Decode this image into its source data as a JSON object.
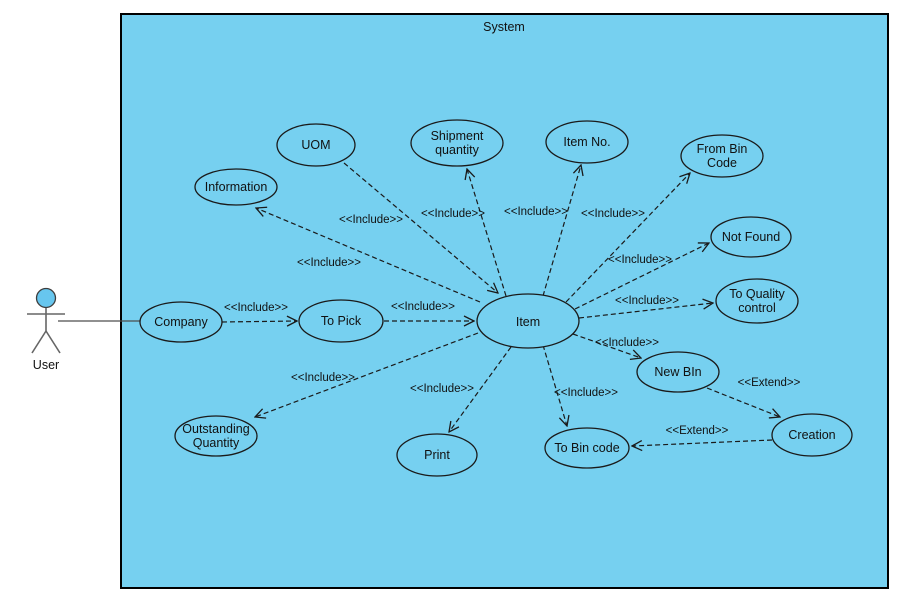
{
  "system": {
    "title": "System"
  },
  "actor": {
    "name": "User"
  },
  "colors": {
    "canvas": "#ffffff",
    "system_fill": "#76d0f0",
    "shape_fill": "#76d0f0",
    "shape_stroke": "#1a1a1a",
    "boundary_stroke": "#000000",
    "actor_head_fill": "#67c6ee",
    "actor_limbs": "#666666",
    "text": "#111111"
  },
  "use_cases": [
    {
      "id": "company",
      "lines": [
        "Company"
      ]
    },
    {
      "id": "to-pick",
      "lines": [
        "To Pick"
      ]
    },
    {
      "id": "item",
      "lines": [
        "Item"
      ]
    },
    {
      "id": "information",
      "lines": [
        "Information"
      ]
    },
    {
      "id": "uom",
      "lines": [
        "UOM"
      ]
    },
    {
      "id": "shipment-quantity",
      "lines": [
        "Shipment",
        "quantity"
      ]
    },
    {
      "id": "item-no",
      "lines": [
        "Item No."
      ]
    },
    {
      "id": "from-bin-code",
      "lines": [
        "From Bin",
        "Code"
      ]
    },
    {
      "id": "not-found",
      "lines": [
        "Not Found"
      ]
    },
    {
      "id": "to-quality-control",
      "lines": [
        "To Quality",
        "control"
      ]
    },
    {
      "id": "new-bin",
      "lines": [
        "New BIn"
      ]
    },
    {
      "id": "creation",
      "lines": [
        "Creation"
      ]
    },
    {
      "id": "to-bin-code",
      "lines": [
        "To Bin code"
      ]
    },
    {
      "id": "print",
      "lines": [
        "Print"
      ]
    },
    {
      "id": "outstanding-quantity",
      "lines": [
        "Outstanding",
        "Quantity"
      ]
    }
  ],
  "relationships": [
    {
      "from": "User",
      "to": "Company",
      "type": "association",
      "label": ""
    },
    {
      "from": "Company",
      "to": "To Pick",
      "type": "include",
      "label": "<<Include>>"
    },
    {
      "from": "To Pick",
      "to": "Item",
      "type": "include",
      "label": "<<Include>>"
    },
    {
      "from": "UOM",
      "to": "Item",
      "type": "include",
      "label": "<<Include>>"
    },
    {
      "from": "Item",
      "to": "Information",
      "type": "include",
      "label": "<<Include>>"
    },
    {
      "from": "Item",
      "to": "Shipment quantity",
      "type": "include",
      "label": "<<Include>>"
    },
    {
      "from": "Item",
      "to": "Item No.",
      "type": "include",
      "label": "<<Include>>"
    },
    {
      "from": "Item",
      "to": "From Bin Code",
      "type": "include",
      "label": "<<Include>>"
    },
    {
      "from": "Item",
      "to": "Not Found",
      "type": "include",
      "label": "<<Include>>"
    },
    {
      "from": "Item",
      "to": "To Quality control",
      "type": "include",
      "label": "<<Include>>"
    },
    {
      "from": "Item",
      "to": "New BIn",
      "type": "include",
      "label": "<<Include>>"
    },
    {
      "from": "Item",
      "to": "To Bin code",
      "type": "include",
      "label": "<<Include>>"
    },
    {
      "from": "Item",
      "to": "Print",
      "type": "include",
      "label": "<<Include>>"
    },
    {
      "from": "Item",
      "to": "Outstanding Quantity",
      "type": "include",
      "label": "<<Include>>"
    },
    {
      "from": "New BIn",
      "to": "Creation",
      "type": "extend",
      "label": "<<Extend>>"
    },
    {
      "from": "Creation",
      "to": "To Bin code",
      "type": "extend",
      "label": "<<Extend>>"
    }
  ]
}
